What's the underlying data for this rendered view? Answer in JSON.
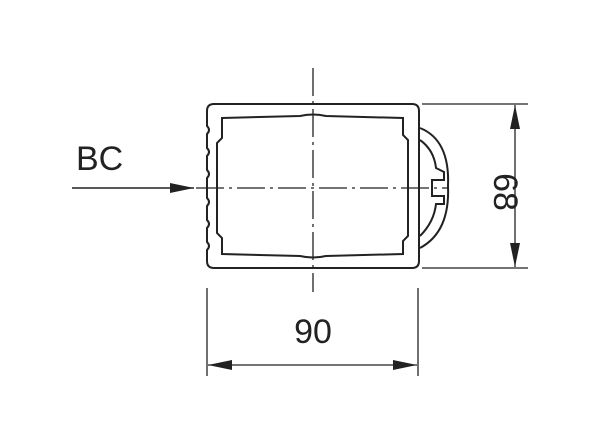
{
  "drawing": {
    "direction_label": "BC",
    "width_dimension": "90",
    "height_dimension": "68",
    "line_color": "#222222"
  }
}
